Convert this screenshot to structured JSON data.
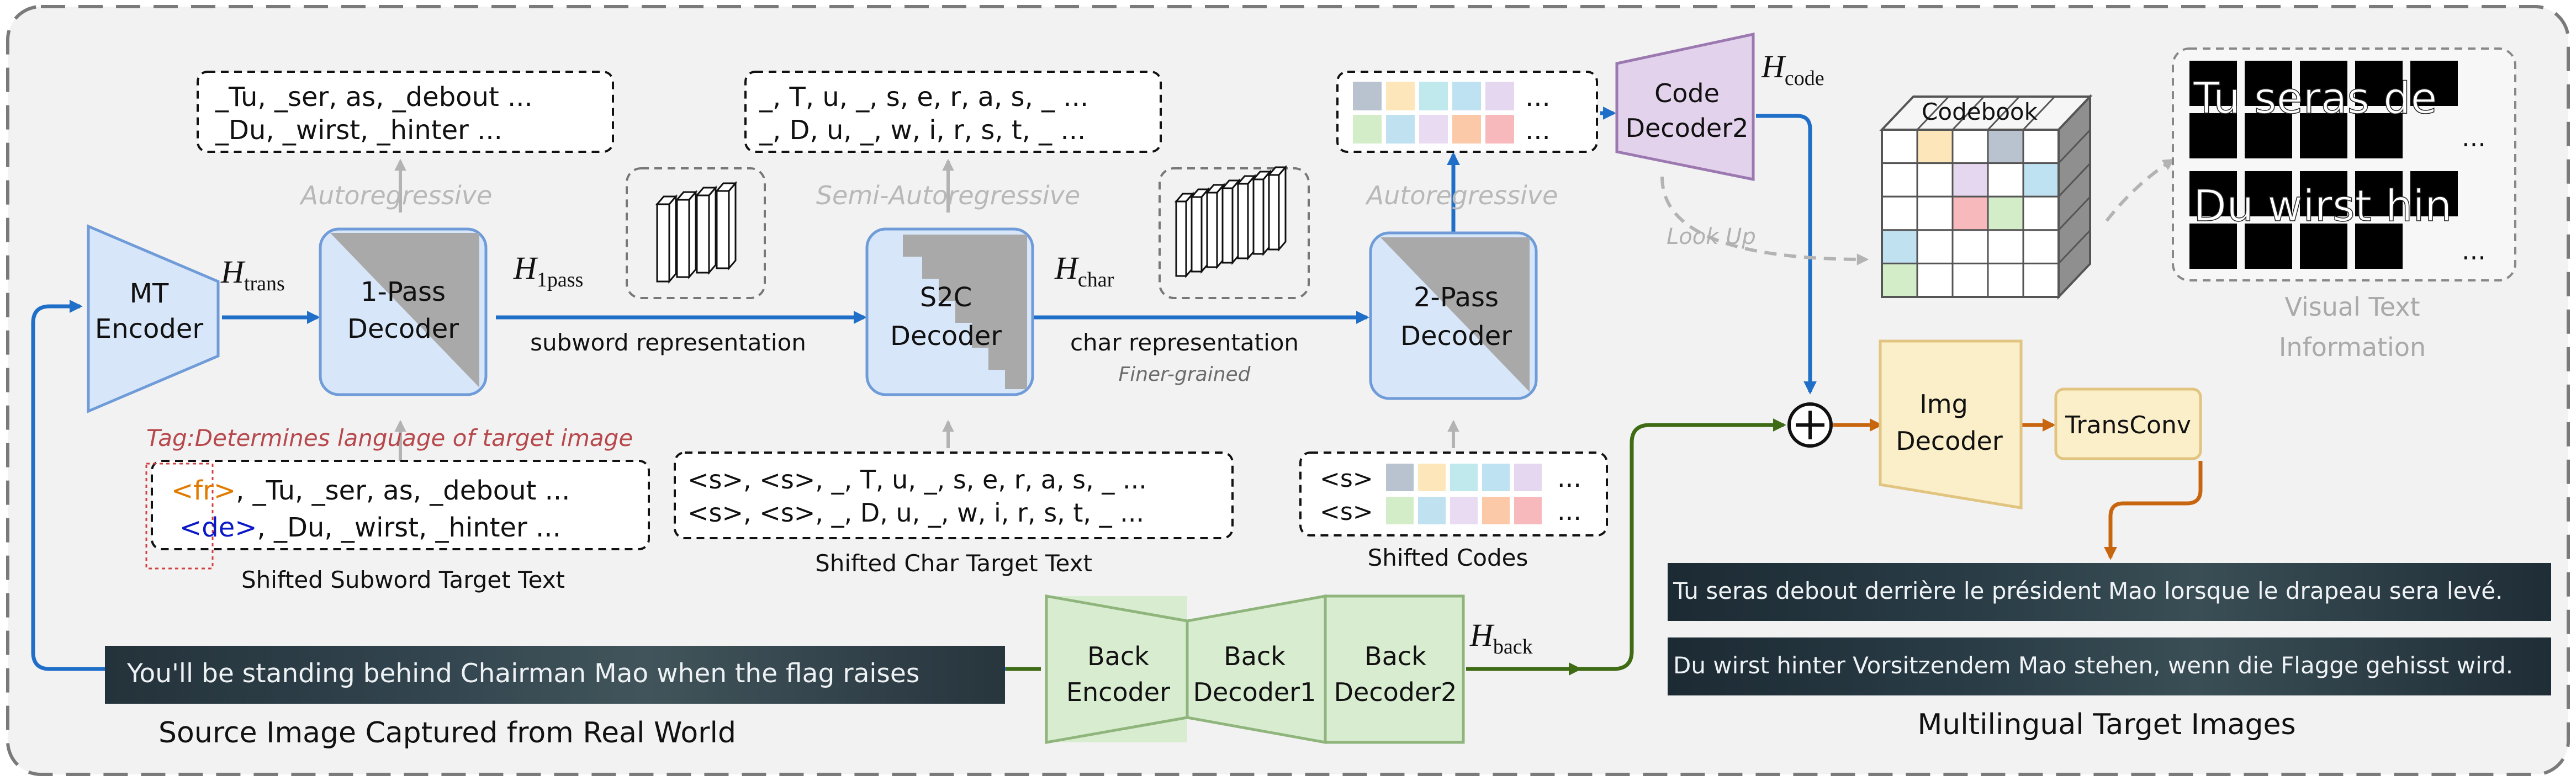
{
  "mt_encoder": [
    "MT",
    "Encoder"
  ],
  "pass1_decoder": [
    "1-Pass",
    "Decoder"
  ],
  "s2c_decoder": [
    "S2C",
    "Decoder"
  ],
  "pass2_decoder": [
    "2-Pass",
    "Decoder"
  ],
  "code_decoder": [
    "Code",
    "Decoder2"
  ],
  "img_decoder": [
    "Img",
    "Decoder"
  ],
  "trans_conv": "TransConv",
  "back_encoder": [
    "Back",
    "Encoder"
  ],
  "back_decoder1": [
    "Back",
    "Decoder1"
  ],
  "back_decoder2": [
    "Back",
    "Decoder2"
  ],
  "codebook": "Codebook",
  "mode_labels": [
    "Autoregressive",
    "Semi-Autoregressive",
    "Autoregressive"
  ],
  "h_trans": {
    "base": "H",
    "sub": "trans"
  },
  "h_1pass": {
    "base": "H",
    "sub": "1pass"
  },
  "h_char": {
    "base": "H",
    "sub": "char"
  },
  "h_code": {
    "base": "H",
    "sub": "code"
  },
  "h_back": {
    "base": "H",
    "sub": "back"
  },
  "subword_repr": "subword representation",
  "char_repr": "char representation",
  "finer_grained": "Finer-grained",
  "look_up": "Look Up",
  "tag_note": "Tag:Determines language of target image",
  "subword_out": [
    "_Tu, _ser, as, _debout ...",
    "_Du, _wirst, _hinter ..."
  ],
  "char_out": [
    "_, T, u, _, s, e, r, a, s, _ ...",
    "_, D, u, _, w, i, r, s, t, _ ..."
  ],
  "shifted_subword": {
    "rows": [
      {
        "tag": "<fr>",
        "text": ",  _Tu, _ser, as, _debout ..."
      },
      {
        "tag": "<de>",
        "text": ", _Du, _wirst, _hinter ..."
      }
    ],
    "caption": "Shifted Subword Target Text"
  },
  "shifted_char": {
    "rows": [
      "<s>, <s>,  _, T, u, _, s, e, r, a, s, _ ...",
      "<s>, <s>,  _, D, u, _, w, i, r, s, t, _ ..."
    ],
    "caption": "Shifted Char Target Text"
  },
  "shifted_codes": {
    "rows": [
      "<s>",
      "<s>"
    ],
    "ellipsis": "...",
    "caption": "Shifted Codes"
  },
  "code_ellipsis": "...",
  "visual_text": {
    "rows": [
      "Tu seras de",
      "Du wirst hin"
    ],
    "ellipsis": "...",
    "caption": [
      "Visual Text",
      "Information"
    ]
  },
  "source_image": {
    "text": "You'll be standing behind Chairman Mao when the flag raises",
    "caption": "Source Image Captured from Real World"
  },
  "target_images": {
    "lines": [
      "Tu seras debout derrière le président Mao lorsque le drapeau sera levé.",
      "Du wirst hinter Vorsitzendem Mao stehen, wenn die Flagge gehisst wird."
    ],
    "caption": "Multilingual Target Images"
  },
  "colors": {
    "blue_arrow": "#1f6fc8",
    "green_arrow": "#3e6b14",
    "orange_arrow": "#c8660f",
    "decoder_fill": "#d7e6f8",
    "decoder_stroke": "#6f9bd8",
    "back_fill": "#d8ecd0",
    "back_stroke": "#8fb57c",
    "code_fill": "#e3d2ec",
    "img_fill": "#fbefc9",
    "tag_text": "#b7484c",
    "fr_tag": "#e07b00",
    "de_tag": "#0a18c8"
  }
}
